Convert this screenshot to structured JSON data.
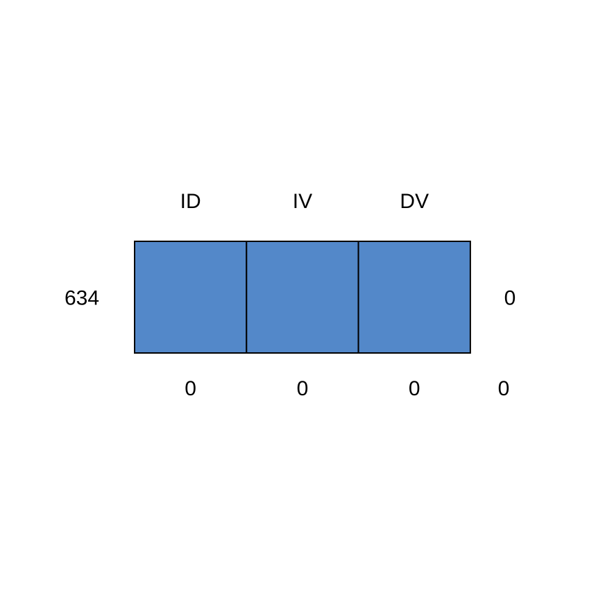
{
  "chart_data": {
    "type": "heatmap",
    "title": "",
    "columns": [
      "ID",
      "IV",
      "DV"
    ],
    "rows": [
      {
        "count": "634",
        "cells": [
          1,
          1,
          1
        ],
        "row_total": "0"
      }
    ],
    "column_totals": [
      "0",
      "0",
      "0"
    ],
    "grand_total": "0"
  },
  "colors": {
    "cell_fill": "#5388C9",
    "cell_border": "#000000",
    "background": "#FFFFFF"
  }
}
